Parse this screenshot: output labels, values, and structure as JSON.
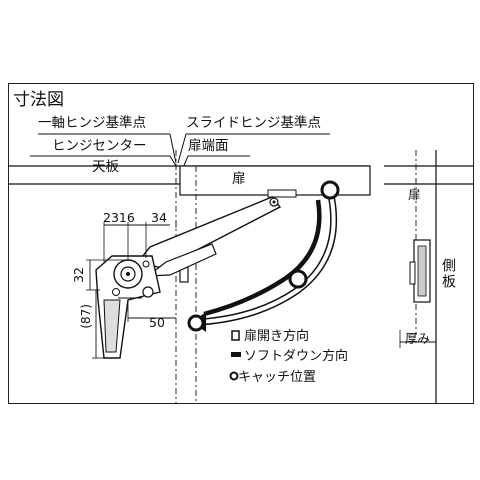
{
  "labels": {
    "title": "寸法図",
    "axis_hinge_ref": "一軸ヒンジ基準点",
    "slide_hinge_ref": "スライドヒンジ基準点",
    "hinge_center": "ヒンジセンター",
    "door_end_face": "扉端面",
    "top_board": "天板",
    "door": "扉",
    "side_board": "側板",
    "thickness": "厚み",
    "top_right_label": "扉"
  },
  "dimensions": {
    "d23": "23",
    "d16": "16",
    "d34": "34",
    "d32": "32",
    "d87": "(87)",
    "d50": "50"
  },
  "legend": {
    "open_direction": "扉開き方向",
    "soft_down_direction": "ソフトダウン方向",
    "catch_position": "キャッチ位置"
  }
}
